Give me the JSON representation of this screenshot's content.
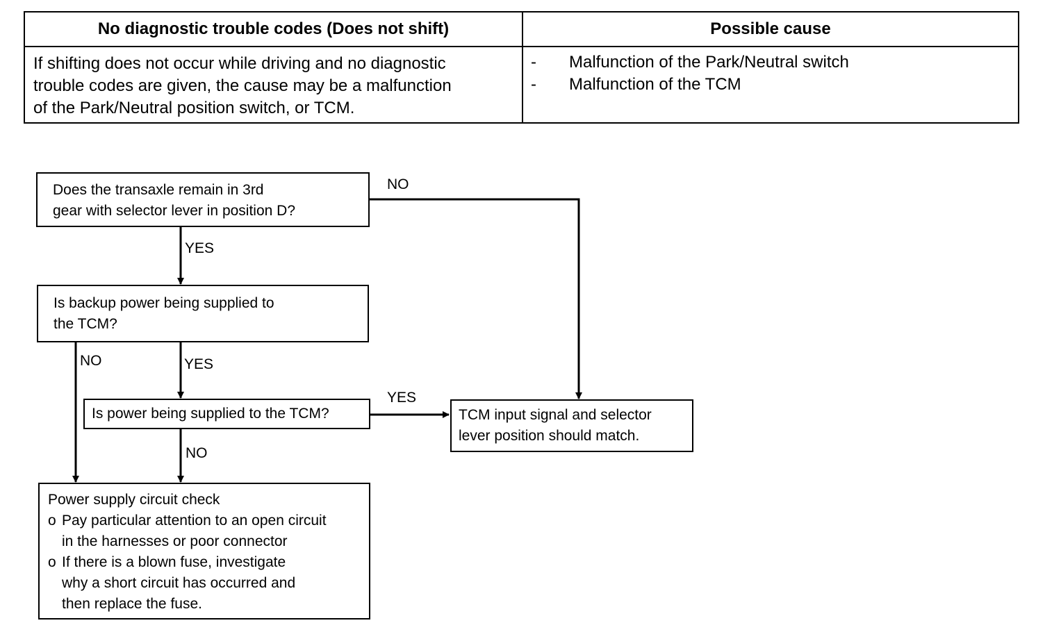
{
  "table": {
    "header_left": "No diagnostic trouble codes (Does not shift)",
    "header_right": "Possible cause",
    "description_lines": [
      "If shifting does not occur while driving and no diagnostic",
      "trouble codes are given, the cause may be a malfunction",
      "of the Park/Neutral position switch, or TCM."
    ],
    "causes": [
      {
        "dash": "-",
        "text": "Malfunction of the Park/Neutral switch"
      },
      {
        "dash": "-",
        "text": "Malfunction of the TCM"
      }
    ]
  },
  "flowchart": {
    "q1_lines": [
      "Does the transaxle remain in 3rd",
      "gear with selector lever in position D?"
    ],
    "q2_lines": [
      "Is backup power being supplied to",
      "the TCM?"
    ],
    "q3": "Is power being supplied to the TCM?",
    "result_match_lines": [
      "TCM input signal and selector",
      "lever position should match."
    ],
    "result_check": {
      "title": "Power supply circuit check",
      "bullets": [
        {
          "marker": "o",
          "first": "Pay particular attention to an open circuit",
          "rest": [
            "in the harnesses or poor connector"
          ]
        },
        {
          "marker": "o",
          "first": "If there is a blown fuse, investigate",
          "rest": [
            "why a short circuit has occurred and",
            "then replace the fuse."
          ]
        }
      ]
    },
    "labels": {
      "q1_no": "NO",
      "q1_yes": "YES",
      "q2_no": "NO",
      "q2_yes": "YES",
      "q3_yes": "YES",
      "q3_no": "NO"
    }
  }
}
